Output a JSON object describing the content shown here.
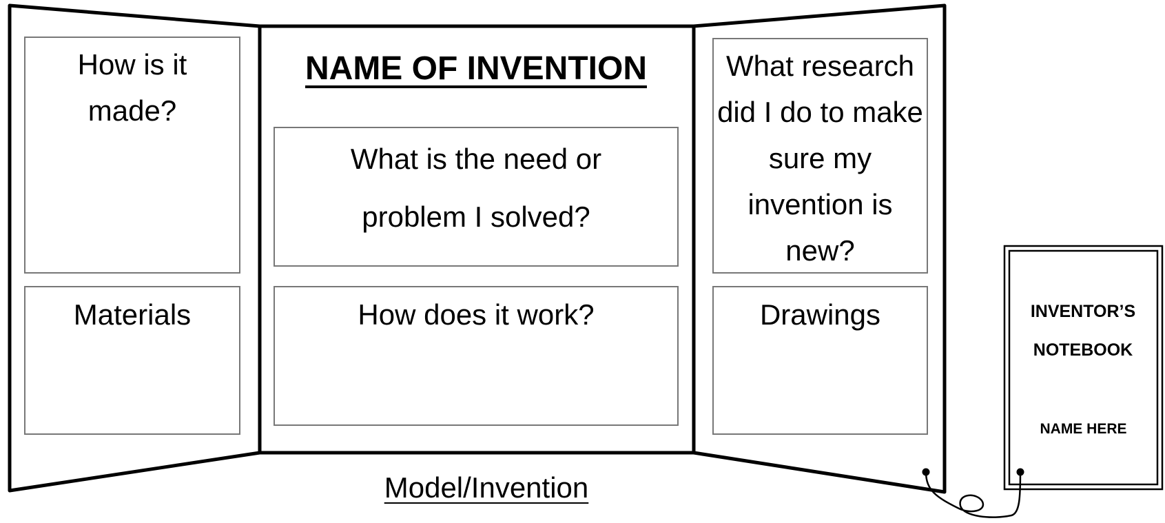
{
  "title": "NAME OF INVENTION",
  "boxes": {
    "how_made": "How is it made?",
    "materials": "Materials",
    "need": "What is the need or problem I solved?",
    "how_work": "How does it work?",
    "research": "What research did I do to make sure my invention is new?",
    "drawings": "Drawings"
  },
  "caption": "Model/Invention",
  "notebook": {
    "title": "INVENTOR’S NOTEBOOK",
    "name": "NAME HERE"
  }
}
